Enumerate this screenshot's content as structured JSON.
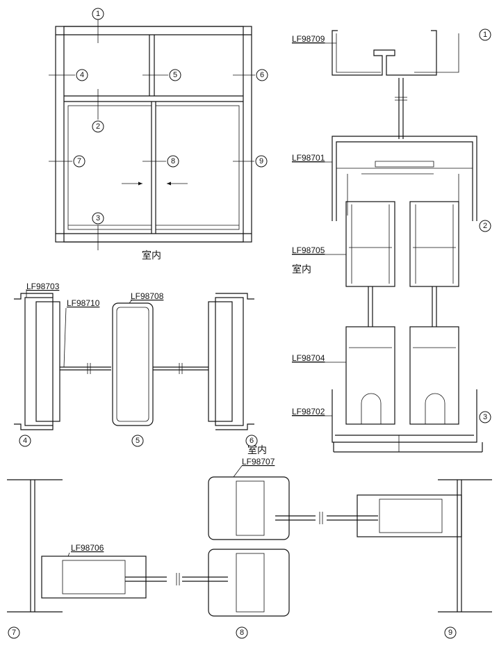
{
  "title": "Sliding window section details",
  "indoor_label": "室内",
  "callouts": [
    "1",
    "2",
    "3",
    "4",
    "5",
    "6",
    "7",
    "8",
    "9"
  ],
  "profiles": {
    "top_cap": "LF98709",
    "head_frame": "LF98701",
    "sash_top": "LF98705",
    "sash_bottom": "LF98704",
    "sill_frame": "LF98702",
    "jamb_frame": "LF98703",
    "jamb_insert": "LF98710",
    "mullion": "LF98708",
    "side_sash": "LF98706",
    "interlock": "LF98707"
  }
}
